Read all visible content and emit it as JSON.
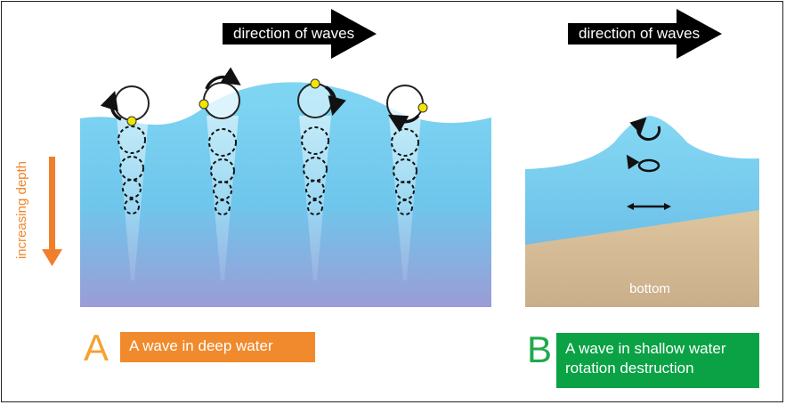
{
  "panel_a": {
    "arrow_label": "direction of waves",
    "depth_label": "increasing depth",
    "letter": "A",
    "caption": "A wave in deep water"
  },
  "panel_b": {
    "arrow_label": "direction of waves",
    "bottom_label": "bottom",
    "letter": "B",
    "caption_line1": "A wave in shallow water",
    "caption_line2": "rotation destruction"
  },
  "colors": {
    "water_top": "#7fd3f1",
    "water_bottom": "#9b9fd6",
    "depth_arrow": "#f07f2c",
    "letter_a": "#f4a233",
    "caption_a_bg": "#f08a2c",
    "letter_b": "#1faa4a",
    "caption_b_bg": "#0aa244",
    "sand": "#d2b892",
    "marker": "#f2e600"
  }
}
